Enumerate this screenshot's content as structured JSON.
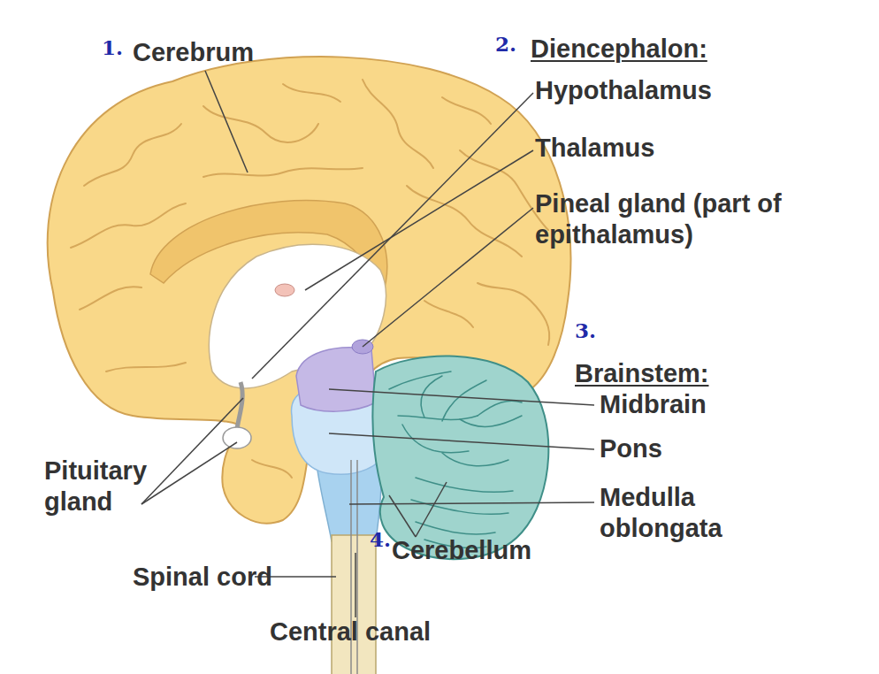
{
  "diagram": {
    "labels": [
      "1.",
      "Cerebrum",
      "2.",
      "Diencephalon:",
      "Hypothalamus",
      "Thalamus",
      "Pineal gland (part of epithalamus)",
      "3.",
      "Brainstem:",
      "Midbrain",
      "Pons",
      "Medulla oblongata",
      "Pituitary gland",
      "Spinal cord",
      "4.",
      "Cerebellum",
      "Central canal"
    ]
  }
}
